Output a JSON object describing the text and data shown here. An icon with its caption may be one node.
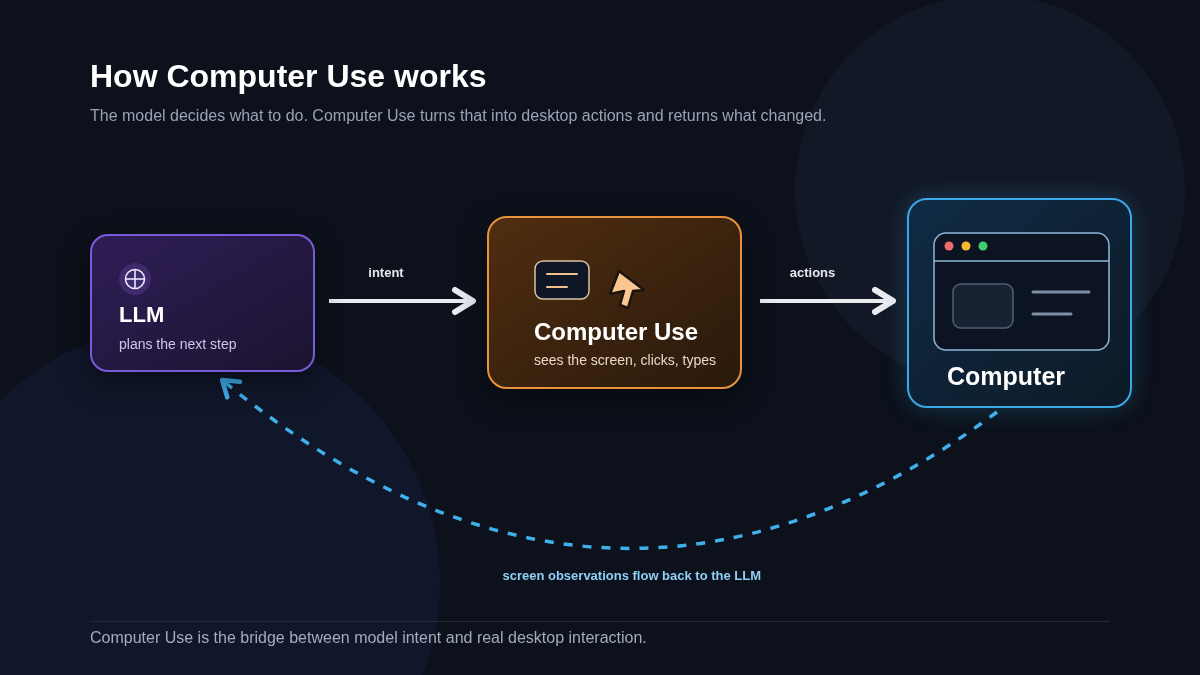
{
  "diagram": {
    "title": "How Computer Use works",
    "caption": "Computer Use is the bridge between model intent and real desktop interaction.",
    "nodes": [
      {
        "text": [
          "LLM",
          "plans the next step"
        ]
      },
      {
        "text": [
          "Computer Use",
          "sees the screen, clicks, types"
        ]
      },
      {
        "text": [
          "Computer"
        ]
      }
    ],
    "edges": [
      {
        "from": 0,
        "to": 1,
        "arrow": "to",
        "label": "intent"
      },
      {
        "from": 1,
        "to": 2,
        "arrow": "to",
        "label": "actions"
      },
      {
        "from": 2,
        "to": 0,
        "arrow": "to",
        "label": "screen observations flow back to the LLM",
        "style": "dashed",
        "color": "#3fb0ec"
      }
    ],
    "labels": [
      "The model decides what to do. Computer Use turns that into desktop actions and returns what changed."
    ]
  }
}
